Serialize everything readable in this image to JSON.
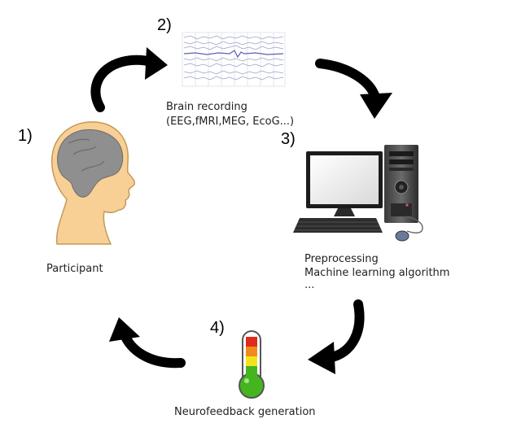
{
  "steps": [
    {
      "number": "1)",
      "label": "Participant"
    },
    {
      "number": "2)",
      "label_line1": "Brain recording",
      "label_line2": "(EEG,fMRI,MEG, EcoG...)"
    },
    {
      "number": "3)",
      "label_line1": "Preprocessing",
      "label_line2": "Machine learning algorithm",
      "label_line3": "..."
    },
    {
      "number": "4)",
      "label": "Neurofeedback generation"
    }
  ],
  "colors": {
    "skin": "#f8cf95",
    "brain": "#8f8f8f",
    "arrow": "#000000",
    "thermo_red": "#e02a1e",
    "thermo_orange": "#f08a1c",
    "thermo_yellow": "#f3e31d",
    "thermo_green": "#44b51f"
  },
  "icons": [
    "participant-head-icon",
    "eeg-signal-icon",
    "computer-icon",
    "thermometer-icon"
  ]
}
